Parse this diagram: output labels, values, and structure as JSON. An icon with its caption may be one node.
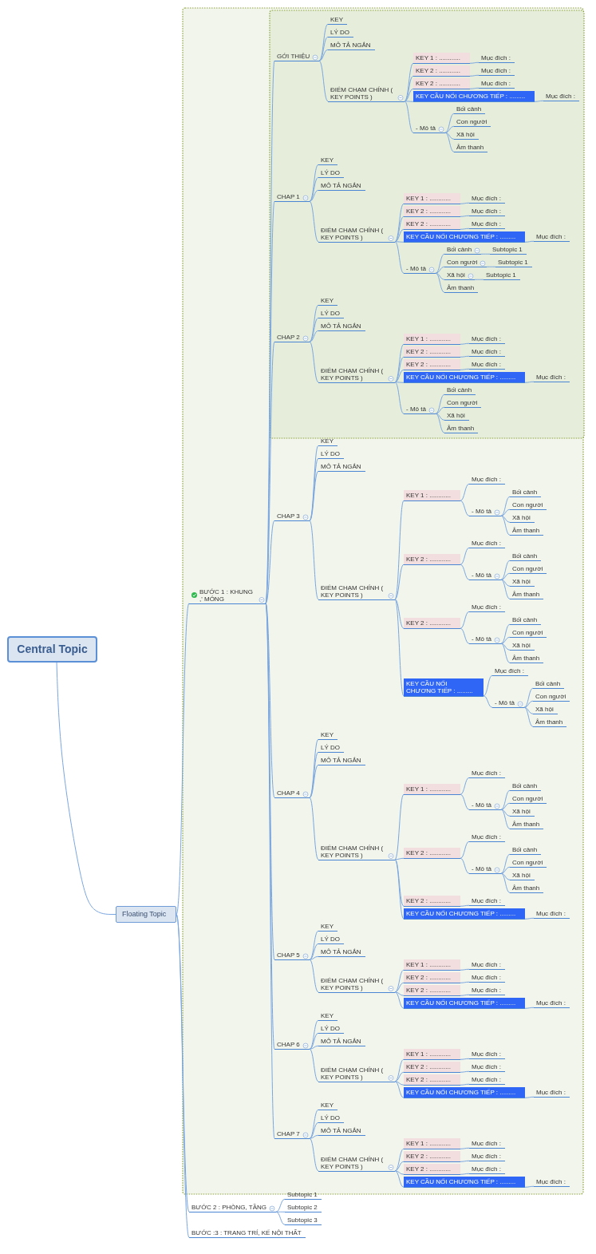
{
  "diagram": {
    "nodes": [
      {
        "text": [
          "Central Topic"
        ]
      },
      {
        "text": [
          "Floating Topic"
        ]
      },
      {
        "text": [
          "BƯỚC 1 : KHUNG ,' MÓNG"
        ]
      },
      {
        "text": [
          "GỚI THIỆU"
        ]
      },
      {
        "text": [
          "KEY"
        ]
      },
      {
        "text": [
          "LÝ DO"
        ]
      },
      {
        "text": [
          "MÔ TẢ NGẮN"
        ]
      },
      {
        "text": [
          "ĐIỂM CHẠM CHÍNH ( KEY POINTS )"
        ]
      },
      {
        "text": [
          "KEY 1 : ............"
        ]
      },
      {
        "text": [
          "Mục đích :"
        ]
      },
      {
        "text": [
          "KEY 2 : ............"
        ]
      },
      {
        "text": [
          "Mục đích :"
        ]
      },
      {
        "text": [
          "KEY 2 : ............"
        ]
      },
      {
        "text": [
          "Mục đích :"
        ]
      },
      {
        "text": [
          "KEY CẦU NỐI CHƯƠNG TIẾP : ........."
        ]
      },
      {
        "text": [
          "Mục đích :"
        ]
      },
      {
        "text": [
          "- Mô tả"
        ]
      },
      {
        "text": [
          "Bối cảnh"
        ]
      },
      {
        "text": [
          "Con người"
        ]
      },
      {
        "text": [
          "Xã hội"
        ]
      },
      {
        "text": [
          "Âm thanh"
        ]
      },
      {
        "text": [
          "CHAP 1"
        ]
      },
      {
        "text": [
          "KEY"
        ]
      },
      {
        "text": [
          "LÝ DO"
        ]
      },
      {
        "text": [
          "MÔ TẢ NGẮN"
        ]
      },
      {
        "text": [
          "ĐIỂM CHẠM CHÍNH ( KEY POINTS )"
        ]
      },
      {
        "text": [
          "KEY 1 : ............"
        ]
      },
      {
        "text": [
          "Mục đích :"
        ]
      },
      {
        "text": [
          "KEY 2 : ............"
        ]
      },
      {
        "text": [
          "Mục đích :"
        ]
      },
      {
        "text": [
          "KEY 2 : ............"
        ]
      },
      {
        "text": [
          "Mục đích :"
        ]
      },
      {
        "text": [
          "KEY CẦU NỐI CHƯƠNG TIẾP : ........."
        ]
      },
      {
        "text": [
          "Mục đích :"
        ]
      },
      {
        "text": [
          "- Mô tả"
        ]
      },
      {
        "text": [
          "Bối cảnh"
        ]
      },
      {
        "text": [
          "Subtopic 1"
        ]
      },
      {
        "text": [
          "Con người"
        ]
      },
      {
        "text": [
          "Subtopic 1"
        ]
      },
      {
        "text": [
          "Xã hội"
        ]
      },
      {
        "text": [
          "Subtopic 1"
        ]
      },
      {
        "text": [
          "Âm thanh"
        ]
      },
      {
        "text": [
          "CHAP 2"
        ]
      },
      {
        "text": [
          "KEY"
        ]
      },
      {
        "text": [
          "LÝ DO"
        ]
      },
      {
        "text": [
          "MÔ TẢ NGẮN"
        ]
      },
      {
        "text": [
          "ĐIỂM CHẠM CHÍNH ( KEY POINTS )"
        ]
      },
      {
        "text": [
          "KEY 1 : ............"
        ]
      },
      {
        "text": [
          "Mục đích :"
        ]
      },
      {
        "text": [
          "KEY 2 : ............"
        ]
      },
      {
        "text": [
          "Mục đích :"
        ]
      },
      {
        "text": [
          "KEY 2 : ............"
        ]
      },
      {
        "text": [
          "Mục đích :"
        ]
      },
      {
        "text": [
          "KEY CẦU NỐI CHƯƠNG TIẾP : ........."
        ]
      },
      {
        "text": [
          "Mục đích :"
        ]
      },
      {
        "text": [
          "- Mô tả"
        ]
      },
      {
        "text": [
          "Bối cảnh"
        ]
      },
      {
        "text": [
          "Con người"
        ]
      },
      {
        "text": [
          "Xã hội"
        ]
      },
      {
        "text": [
          "Âm thanh"
        ]
      },
      {
        "text": [
          "CHAP 3"
        ]
      },
      {
        "text": [
          "KEY"
        ]
      },
      {
        "text": [
          "LÝ DO"
        ]
      },
      {
        "text": [
          "MÔ TẢ NGẮN"
        ]
      },
      {
        "text": [
          "ĐIỂM CHẠM CHÍNH ( KEY POINTS )"
        ]
      },
      {
        "text": [
          "KEY 1 : ............"
        ]
      },
      {
        "text": [
          "Mục đích :"
        ]
      },
      {
        "text": [
          "- Mô tả"
        ]
      },
      {
        "text": [
          "Bối cảnh"
        ]
      },
      {
        "text": [
          "Con người"
        ]
      },
      {
        "text": [
          "Xã hội"
        ]
      },
      {
        "text": [
          "Âm thanh"
        ]
      },
      {
        "text": [
          "KEY 2 : ............"
        ]
      },
      {
        "text": [
          "Mục đích :"
        ]
      },
      {
        "text": [
          "- Mô tả"
        ]
      },
      {
        "text": [
          "Bối cảnh"
        ]
      },
      {
        "text": [
          "Con người"
        ]
      },
      {
        "text": [
          "Xã hội"
        ]
      },
      {
        "text": [
          "Âm thanh"
        ]
      },
      {
        "text": [
          "KEY 2 : ............"
        ]
      },
      {
        "text": [
          "Mục đích :"
        ]
      },
      {
        "text": [
          "- Mô tả"
        ]
      },
      {
        "text": [
          "Bối cảnh"
        ]
      },
      {
        "text": [
          "Con người"
        ]
      },
      {
        "text": [
          "Xã hội"
        ]
      },
      {
        "text": [
          "Âm thanh"
        ]
      },
      {
        "text": [
          "KEY CẦU NỐI CHƯƠNG TIẾP : ........."
        ]
      },
      {
        "text": [
          "Mục đích :"
        ]
      },
      {
        "text": [
          "- Mô tả"
        ]
      },
      {
        "text": [
          "Bối cảnh"
        ]
      },
      {
        "text": [
          "Con người"
        ]
      },
      {
        "text": [
          "Xã hội"
        ]
      },
      {
        "text": [
          "Âm thanh"
        ]
      },
      {
        "text": [
          "CHAP 4"
        ]
      },
      {
        "text": [
          "KEY"
        ]
      },
      {
        "text": [
          "LÝ DO"
        ]
      },
      {
        "text": [
          "MÔ TẢ NGẮN"
        ]
      },
      {
        "text": [
          "ĐIỂM CHẠM CHÍNH ( KEY POINTS )"
        ]
      },
      {
        "text": [
          "KEY 1 : ............"
        ]
      },
      {
        "text": [
          "Mục đích :"
        ]
      },
      {
        "text": [
          "- Mô tả"
        ]
      },
      {
        "text": [
          "Bối cảnh"
        ]
      },
      {
        "text": [
          "Con người"
        ]
      },
      {
        "text": [
          "Xã hội"
        ]
      },
      {
        "text": [
          "Âm thanh"
        ]
      },
      {
        "text": [
          "KEY 2 : ............"
        ]
      },
      {
        "text": [
          "Mục đích :"
        ]
      },
      {
        "text": [
          "- Mô tả"
        ]
      },
      {
        "text": [
          "Bối cảnh"
        ]
      },
      {
        "text": [
          "Con người"
        ]
      },
      {
        "text": [
          "Xã hội"
        ]
      },
      {
        "text": [
          "Âm thanh"
        ]
      },
      {
        "text": [
          "KEY 2 : ............"
        ]
      },
      {
        "text": [
          "Mục đích :"
        ]
      },
      {
        "text": [
          "KEY CẦU NỐI CHƯƠNG TIẾP : ........."
        ]
      },
      {
        "text": [
          "Mục đích :"
        ]
      },
      {
        "text": [
          "CHAP 5"
        ]
      },
      {
        "text": [
          "KEY"
        ]
      },
      {
        "text": [
          "LÝ DO"
        ]
      },
      {
        "text": [
          "MÔ TẢ NGẮN"
        ]
      },
      {
        "text": [
          "ĐIỂM CHẠM CHÍNH ( KEY POINTS )"
        ]
      },
      {
        "text": [
          "KEY 1 : ............"
        ]
      },
      {
        "text": [
          "Mục đích :"
        ]
      },
      {
        "text": [
          "KEY 2 : ............"
        ]
      },
      {
        "text": [
          "Mục đích :"
        ]
      },
      {
        "text": [
          "KEY 2 : ............"
        ]
      },
      {
        "text": [
          "Mục đích :"
        ]
      },
      {
        "text": [
          "KEY CẦU NỐI CHƯƠNG TIẾP : ........."
        ]
      },
      {
        "text": [
          "Mục đích :"
        ]
      },
      {
        "text": [
          "CHAP 6"
        ]
      },
      {
        "text": [
          "KEY"
        ]
      },
      {
        "text": [
          "LÝ DO"
        ]
      },
      {
        "text": [
          "MÔ TẢ NGẮN"
        ]
      },
      {
        "text": [
          "ĐIỂM CHẠM CHÍNH ( KEY POINTS )"
        ]
      },
      {
        "text": [
          "KEY 1 : ............"
        ]
      },
      {
        "text": [
          "Mục đích :"
        ]
      },
      {
        "text": [
          "KEY 2 : ............"
        ]
      },
      {
        "text": [
          "Mục đích :"
        ]
      },
      {
        "text": [
          "KEY 2 : ............"
        ]
      },
      {
        "text": [
          "Mục đích :"
        ]
      },
      {
        "text": [
          "KEY CẦU NỐI CHƯƠNG TIẾP : ........."
        ]
      },
      {
        "text": [
          "Mục đích :"
        ]
      },
      {
        "text": [
          "CHAP 7"
        ]
      },
      {
        "text": [
          "KEY"
        ]
      },
      {
        "text": [
          "LÝ DO"
        ]
      },
      {
        "text": [
          "MÔ TẢ NGẮN"
        ]
      },
      {
        "text": [
          "ĐIỂM CHẠM CHÍNH ( KEY POINTS )"
        ]
      },
      {
        "text": [
          "KEY 1 : ............"
        ]
      },
      {
        "text": [
          "Mục đích :"
        ]
      },
      {
        "text": [
          "KEY 2 : ............"
        ]
      },
      {
        "text": [
          "Mục đích :"
        ]
      },
      {
        "text": [
          "KEY 2 : ............"
        ]
      },
      {
        "text": [
          "Mục đích :"
        ]
      },
      {
        "text": [
          "KEY CẦU NỐI CHƯƠNG TIẾP : ........."
        ]
      },
      {
        "text": [
          "Mục đích :"
        ]
      },
      {
        "text": [
          "BƯỚC 2 : PHÒNG, TẦNG"
        ]
      },
      {
        "text": [
          "Subtopic 1"
        ]
      },
      {
        "text": [
          "Subtopic 2"
        ]
      },
      {
        "text": [
          "Subtopic 3"
        ]
      },
      {
        "text": [
          "BƯỚC :3 : TRANG TRÍ, KẾ NỘI THẤT"
        ]
      }
    ],
    "edges": [
      {
        "from": 0,
        "to": 1,
        "arrow": "none"
      },
      {
        "from": 1,
        "to": 2,
        "arrow": "none"
      },
      {
        "from": 2,
        "to": 3,
        "arrow": "none"
      },
      {
        "from": 3,
        "to": 4,
        "arrow": "none"
      },
      {
        "from": 3,
        "to": 5,
        "arrow": "none"
      },
      {
        "from": 3,
        "to": 6,
        "arrow": "none"
      },
      {
        "from": 3,
        "to": 7,
        "arrow": "none"
      },
      {
        "from": 7,
        "to": 8,
        "arrow": "none"
      },
      {
        "from": 8,
        "to": 9,
        "arrow": "none"
      },
      {
        "from": 7,
        "to": 10,
        "arrow": "none"
      },
      {
        "from": 10,
        "to": 11,
        "arrow": "none"
      },
      {
        "from": 7,
        "to": 12,
        "arrow": "none"
      },
      {
        "from": 12,
        "to": 13,
        "arrow": "none"
      },
      {
        "from": 7,
        "to": 14,
        "arrow": "none"
      },
      {
        "from": 14,
        "to": 15,
        "arrow": "none"
      },
      {
        "from": 7,
        "to": 16,
        "arrow": "none"
      },
      {
        "from": 16,
        "to": 17,
        "arrow": "none"
      },
      {
        "from": 16,
        "to": 18,
        "arrow": "none"
      },
      {
        "from": 16,
        "to": 19,
        "arrow": "none"
      },
      {
        "from": 16,
        "to": 20,
        "arrow": "none"
      },
      {
        "from": 2,
        "to": 21,
        "arrow": "none"
      },
      {
        "from": 21,
        "to": 22,
        "arrow": "none"
      },
      {
        "from": 21,
        "to": 23,
        "arrow": "none"
      },
      {
        "from": 21,
        "to": 24,
        "arrow": "none"
      },
      {
        "from": 21,
        "to": 25,
        "arrow": "none"
      },
      {
        "from": 25,
        "to": 26,
        "arrow": "none"
      },
      {
        "from": 26,
        "to": 27,
        "arrow": "none"
      },
      {
        "from": 25,
        "to": 28,
        "arrow": "none"
      },
      {
        "from": 28,
        "to": 29,
        "arrow": "none"
      },
      {
        "from": 25,
        "to": 30,
        "arrow": "none"
      },
      {
        "from": 30,
        "to": 31,
        "arrow": "none"
      },
      {
        "from": 25,
        "to": 32,
        "arrow": "none"
      },
      {
        "from": 32,
        "to": 33,
        "arrow": "none"
      },
      {
        "from": 25,
        "to": 34,
        "arrow": "none"
      },
      {
        "from": 34,
        "to": 35,
        "arrow": "none"
      },
      {
        "from": 35,
        "to": 36,
        "arrow": "none"
      },
      {
        "from": 34,
        "to": 37,
        "arrow": "none"
      },
      {
        "from": 37,
        "to": 38,
        "arrow": "none"
      },
      {
        "from": 34,
        "to": 39,
        "arrow": "none"
      },
      {
        "from": 39,
        "to": 40,
        "arrow": "none"
      },
      {
        "from": 34,
        "to": 41,
        "arrow": "none"
      },
      {
        "from": 2,
        "to": 42,
        "arrow": "none"
      },
      {
        "from": 42,
        "to": 43,
        "arrow": "none"
      },
      {
        "from": 42,
        "to": 44,
        "arrow": "none"
      },
      {
        "from": 42,
        "to": 45,
        "arrow": "none"
      },
      {
        "from": 42,
        "to": 46,
        "arrow": "none"
      },
      {
        "from": 46,
        "to": 47,
        "arrow": "none"
      },
      {
        "from": 47,
        "to": 48,
        "arrow": "none"
      },
      {
        "from": 46,
        "to": 49,
        "arrow": "none"
      },
      {
        "from": 49,
        "to": 50,
        "arrow": "none"
      },
      {
        "from": 46,
        "to": 51,
        "arrow": "none"
      },
      {
        "from": 51,
        "to": 52,
        "arrow": "none"
      },
      {
        "from": 46,
        "to": 53,
        "arrow": "none"
      },
      {
        "from": 53,
        "to": 54,
        "arrow": "none"
      },
      {
        "from": 46,
        "to": 55,
        "arrow": "none"
      },
      {
        "from": 55,
        "to": 56,
        "arrow": "none"
      },
      {
        "from": 55,
        "to": 57,
        "arrow": "none"
      },
      {
        "from": 55,
        "to": 58,
        "arrow": "none"
      },
      {
        "from": 55,
        "to": 59,
        "arrow": "none"
      },
      {
        "from": 2,
        "to": 60,
        "arrow": "none"
      },
      {
        "from": 60,
        "to": 61,
        "arrow": "none"
      },
      {
        "from": 60,
        "to": 62,
        "arrow": "none"
      },
      {
        "from": 60,
        "to": 63,
        "arrow": "none"
      },
      {
        "from": 60,
        "to": 64,
        "arrow": "none"
      },
      {
        "from": 64,
        "to": 65,
        "arrow": "none"
      },
      {
        "from": 65,
        "to": 66,
        "arrow": "none"
      },
      {
        "from": 65,
        "to": 67,
        "arrow": "none"
      },
      {
        "from": 67,
        "to": 68,
        "arrow": "none"
      },
      {
        "from": 67,
        "to": 69,
        "arrow": "none"
      },
      {
        "from": 67,
        "to": 70,
        "arrow": "none"
      },
      {
        "from": 67,
        "to": 71,
        "arrow": "none"
      },
      {
        "from": 64,
        "to": 72,
        "arrow": "none"
      },
      {
        "from": 72,
        "to": 73,
        "arrow": "none"
      },
      {
        "from": 72,
        "to": 74,
        "arrow": "none"
      },
      {
        "from": 74,
        "to": 75,
        "arrow": "none"
      },
      {
        "from": 74,
        "to": 76,
        "arrow": "none"
      },
      {
        "from": 74,
        "to": 77,
        "arrow": "none"
      },
      {
        "from": 74,
        "to": 78,
        "arrow": "none"
      },
      {
        "from": 64,
        "to": 79,
        "arrow": "none"
      },
      {
        "from": 79,
        "to": 80,
        "arrow": "none"
      },
      {
        "from": 79,
        "to": 81,
        "arrow": "none"
      },
      {
        "from": 81,
        "to": 82,
        "arrow": "none"
      },
      {
        "from": 81,
        "to": 83,
        "arrow": "none"
      },
      {
        "from": 81,
        "to": 84,
        "arrow": "none"
      },
      {
        "from": 81,
        "to": 85,
        "arrow": "none"
      },
      {
        "from": 64,
        "to": 86,
        "arrow": "none"
      },
      {
        "from": 86,
        "to": 87,
        "arrow": "none"
      },
      {
        "from": 86,
        "to": 88,
        "arrow": "none"
      },
      {
        "from": 88,
        "to": 89,
        "arrow": "none"
      },
      {
        "from": 88,
        "to": 90,
        "arrow": "none"
      },
      {
        "from": 88,
        "to": 91,
        "arrow": "none"
      },
      {
        "from": 88,
        "to": 92,
        "arrow": "none"
      },
      {
        "from": 2,
        "to": 93,
        "arrow": "none"
      },
      {
        "from": 93,
        "to": 94,
        "arrow": "none"
      },
      {
        "from": 93,
        "to": 95,
        "arrow": "none"
      },
      {
        "from": 93,
        "to": 96,
        "arrow": "none"
      },
      {
        "from": 93,
        "to": 97,
        "arrow": "none"
      },
      {
        "from": 97,
        "to": 98,
        "arrow": "none"
      },
      {
        "from": 98,
        "to": 99,
        "arrow": "none"
      },
      {
        "from": 98,
        "to": 100,
        "arrow": "none"
      },
      {
        "from": 100,
        "to": 101,
        "arrow": "none"
      },
      {
        "from": 100,
        "to": 102,
        "arrow": "none"
      },
      {
        "from": 100,
        "to": 103,
        "arrow": "none"
      },
      {
        "from": 100,
        "to": 104,
        "arrow": "none"
      },
      {
        "from": 97,
        "to": 105,
        "arrow": "none"
      },
      {
        "from": 105,
        "to": 106,
        "arrow": "none"
      },
      {
        "from": 105,
        "to": 107,
        "arrow": "none"
      },
      {
        "from": 107,
        "to": 108,
        "arrow": "none"
      },
      {
        "from": 107,
        "to": 109,
        "arrow": "none"
      },
      {
        "from": 107,
        "to": 110,
        "arrow": "none"
      },
      {
        "from": 107,
        "to": 111,
        "arrow": "none"
      },
      {
        "from": 97,
        "to": 112,
        "arrow": "none"
      },
      {
        "from": 112,
        "to": 113,
        "arrow": "none"
      },
      {
        "from": 97,
        "to": 114,
        "arrow": "none"
      },
      {
        "from": 114,
        "to": 115,
        "arrow": "none"
      },
      {
        "from": 2,
        "to": 116,
        "arrow": "none"
      },
      {
        "from": 116,
        "to": 117,
        "arrow": "none"
      },
      {
        "from": 116,
        "to": 118,
        "arrow": "none"
      },
      {
        "from": 116,
        "to": 119,
        "arrow": "none"
      },
      {
        "from": 116,
        "to": 120,
        "arrow": "none"
      },
      {
        "from": 120,
        "to": 121,
        "arrow": "none"
      },
      {
        "from": 121,
        "to": 122,
        "arrow": "none"
      },
      {
        "from": 120,
        "to": 123,
        "arrow": "none"
      },
      {
        "from": 123,
        "to": 124,
        "arrow": "none"
      },
      {
        "from": 120,
        "to": 125,
        "arrow": "none"
      },
      {
        "from": 125,
        "to": 126,
        "arrow": "none"
      },
      {
        "from": 120,
        "to": 127,
        "arrow": "none"
      },
      {
        "from": 127,
        "to": 128,
        "arrow": "none"
      },
      {
        "from": 2,
        "to": 129,
        "arrow": "none"
      },
      {
        "from": 129,
        "to": 130,
        "arrow": "none"
      },
      {
        "from": 129,
        "to": 131,
        "arrow": "none"
      },
      {
        "from": 129,
        "to": 132,
        "arrow": "none"
      },
      {
        "from": 129,
        "to": 133,
        "arrow": "none"
      },
      {
        "from": 133,
        "to": 134,
        "arrow": "none"
      },
      {
        "from": 134,
        "to": 135,
        "arrow": "none"
      },
      {
        "from": 133,
        "to": 136,
        "arrow": "none"
      },
      {
        "from": 136,
        "to": 137,
        "arrow": "none"
      },
      {
        "from": 133,
        "to": 138,
        "arrow": "none"
      },
      {
        "from": 138,
        "to": 139,
        "arrow": "none"
      },
      {
        "from": 133,
        "to": 140,
        "arrow": "none"
      },
      {
        "from": 140,
        "to": 141,
        "arrow": "none"
      },
      {
        "from": 2,
        "to": 142,
        "arrow": "none"
      },
      {
        "from": 142,
        "to": 143,
        "arrow": "none"
      },
      {
        "from": 142,
        "to": 144,
        "arrow": "none"
      },
      {
        "from": 142,
        "to": 145,
        "arrow": "none"
      },
      {
        "from": 142,
        "to": 146,
        "arrow": "none"
      },
      {
        "from": 146,
        "to": 147,
        "arrow": "none"
      },
      {
        "from": 147,
        "to": 148,
        "arrow": "none"
      },
      {
        "from": 146,
        "to": 149,
        "arrow": "none"
      },
      {
        "from": 149,
        "to": 150,
        "arrow": "none"
      },
      {
        "from": 146,
        "to": 151,
        "arrow": "none"
      },
      {
        "from": 151,
        "to": 152,
        "arrow": "none"
      },
      {
        "from": 146,
        "to": 153,
        "arrow": "none"
      },
      {
        "from": 153,
        "to": 154,
        "arrow": "none"
      },
      {
        "from": 1,
        "to": 155,
        "arrow": "none"
      },
      {
        "from": 155,
        "to": 156,
        "arrow": "none"
      },
      {
        "from": 155,
        "to": 157,
        "arrow": "none"
      },
      {
        "from": 155,
        "to": 158,
        "arrow": "none"
      },
      {
        "from": 1,
        "to": 159,
        "arrow": "none"
      }
    ]
  }
}
